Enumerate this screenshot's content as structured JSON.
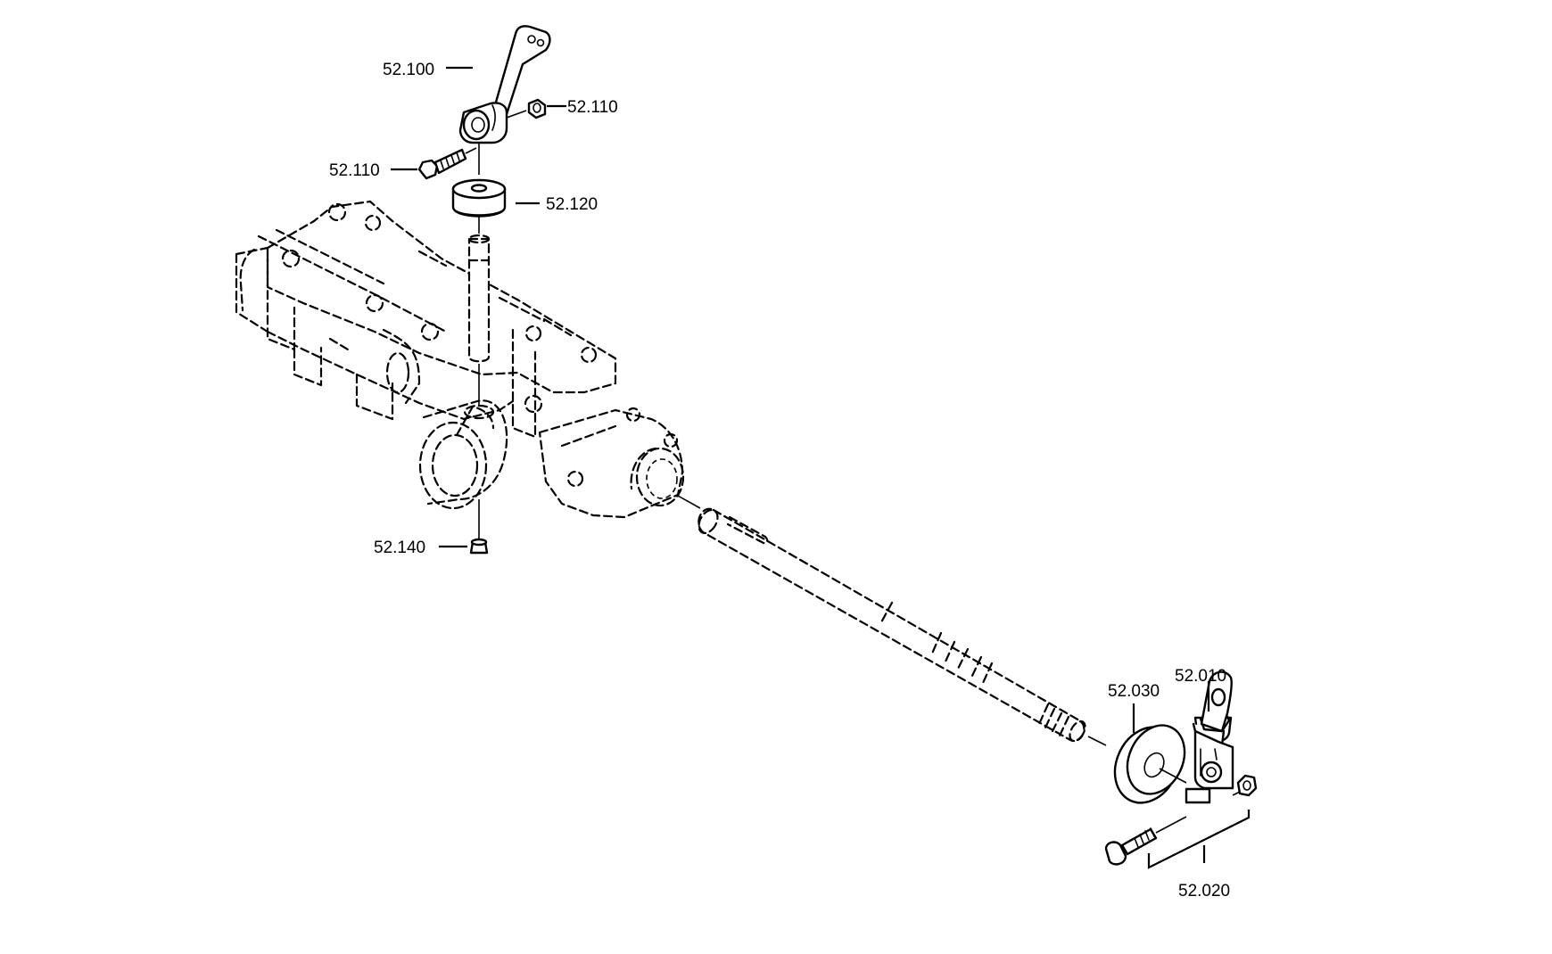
{
  "parts": [
    {
      "id": "p100",
      "label": "52.100",
      "part": "shift lever"
    },
    {
      "id": "p110a",
      "label": "52.110",
      "part": "nut"
    },
    {
      "id": "p110b",
      "label": "52.110",
      "part": "bolt"
    },
    {
      "id": "p120",
      "label": "52.120",
      "part": "seal cap"
    },
    {
      "id": "p140",
      "label": "52.140",
      "part": "plug"
    },
    {
      "id": "p030",
      "label": "52.030",
      "part": "shaft seal"
    },
    {
      "id": "p010",
      "label": "52.010",
      "part": "selector lever"
    },
    {
      "id": "p020",
      "label": "52.020",
      "part": "bolt and nut set"
    }
  ],
  "colors": {
    "line": "#000000",
    "background": "#ffffff"
  }
}
